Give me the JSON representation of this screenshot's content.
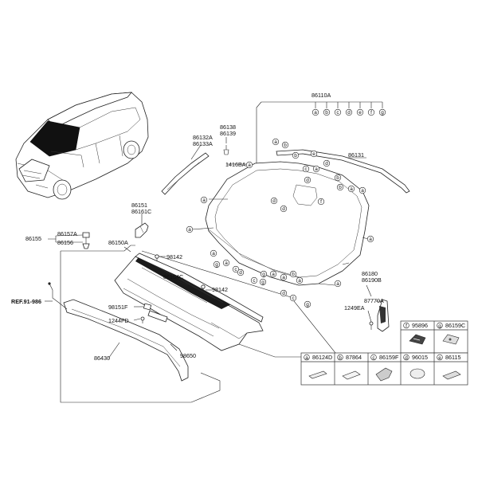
{
  "labels": {
    "p86110A": "86110A",
    "p86131": "86131",
    "p86138": "86138",
    "p86139": "86139",
    "p86132A": "86132A",
    "p86133A": "86133A",
    "p1416BA": "1416BA",
    "p86151": "86151",
    "p86161C": "86161C",
    "p86155": "86155",
    "p86157A": "86157A",
    "p86156": "86156",
    "p86150A": "86150A",
    "p98142a": "98142",
    "p98142b": "98142",
    "p86154C": "86154C",
    "pRef": "REF.91-986",
    "p98151F": "98151F",
    "p1244FD": "1244FD",
    "p86430": "86430",
    "p98650": "98650",
    "p86180": "86180",
    "p86190B": "86190B",
    "p87770A": "87770A",
    "p1249EA": "1249EA"
  },
  "header_codes": [
    "a",
    "b",
    "c",
    "d",
    "e",
    "f",
    "g"
  ],
  "legend_top": [
    {
      "code": "f",
      "part": "95896"
    },
    {
      "code": "g",
      "part": "86159C"
    }
  ],
  "legend_bottom": [
    {
      "code": "a",
      "part": "86124D"
    },
    {
      "code": "b",
      "part": "87864"
    },
    {
      "code": "c",
      "part": "86159F"
    },
    {
      "code": "d",
      "part": "96015"
    },
    {
      "code": "e",
      "part": "86115"
    }
  ],
  "callouts": [
    "a",
    "b",
    "a",
    "b",
    "a",
    "e",
    "c",
    "d",
    "a",
    "d",
    "b",
    "a",
    "b",
    "a",
    "a",
    "d",
    "d",
    "f",
    "a",
    "a",
    "a",
    "g",
    "a",
    "c",
    "d",
    "c",
    "g",
    "g",
    "a",
    "a",
    "d",
    "c",
    "g",
    "a",
    "b"
  ]
}
